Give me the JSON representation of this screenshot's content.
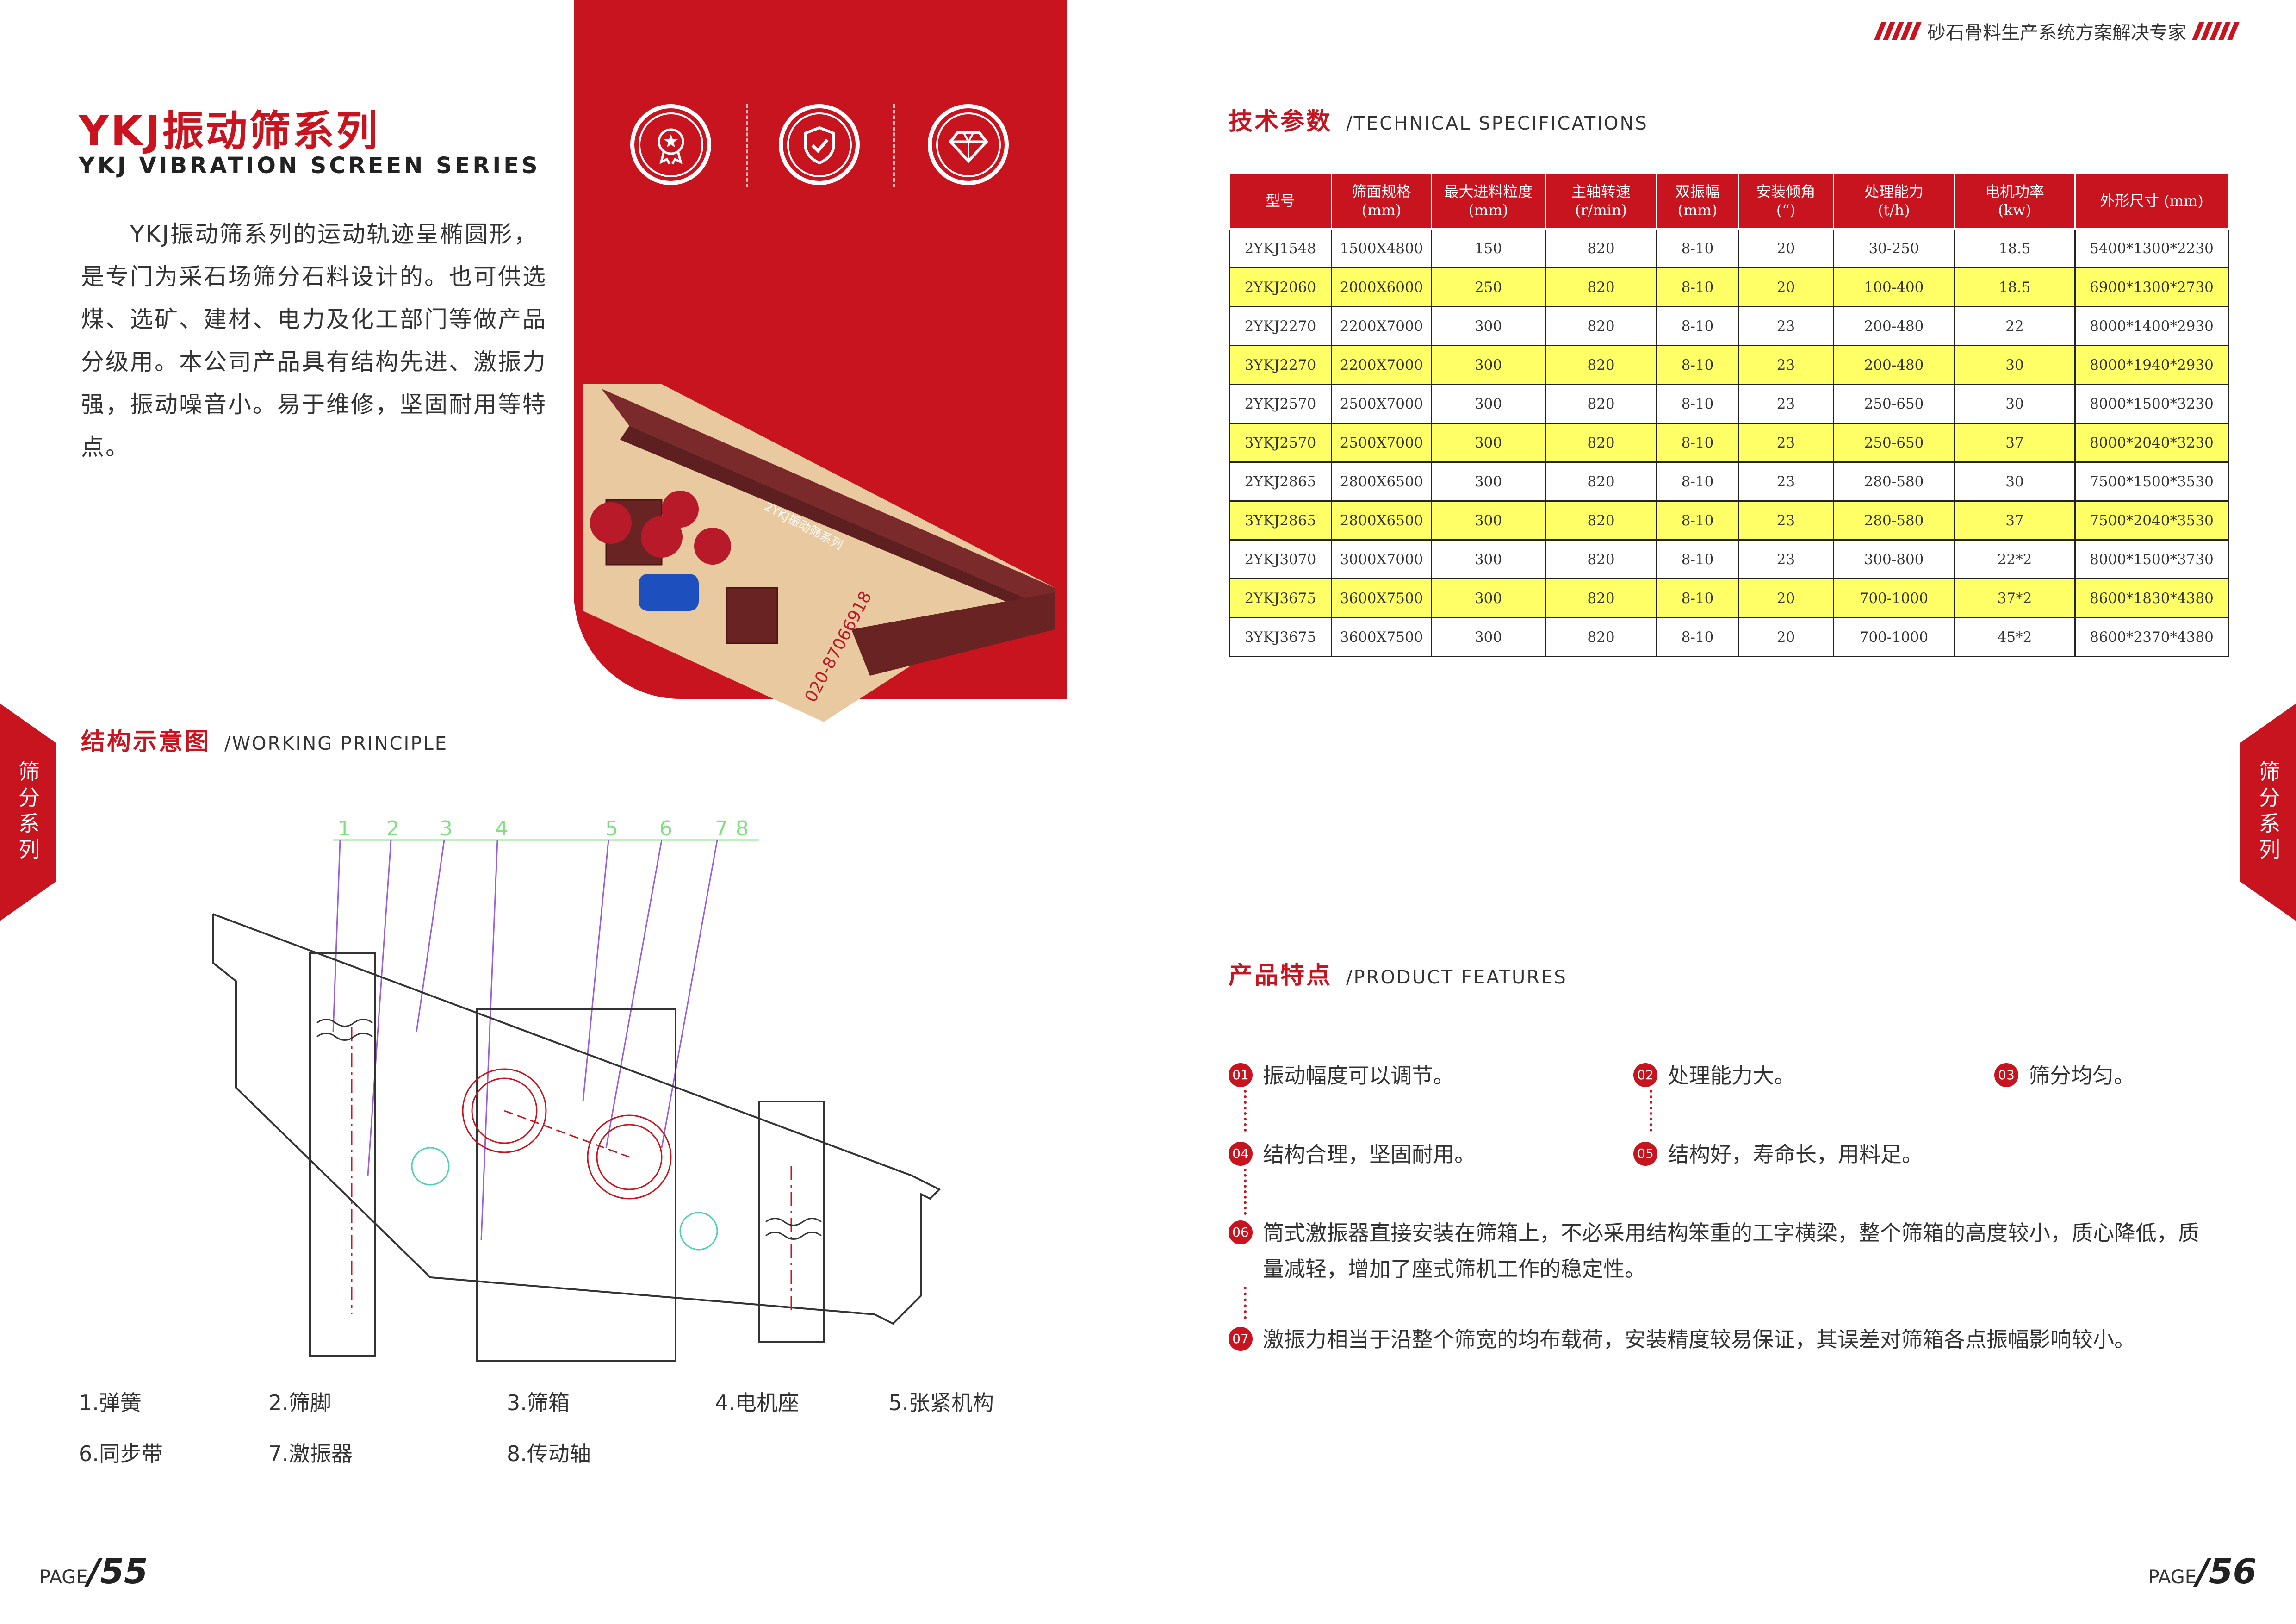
{
  "slogan": "砂石骨料生产系统方案解决专家",
  "title_cn": "YKJ振动筛系列",
  "title_en": "YKJ VIBRATION SCREEN SERIES",
  "intro": "YKJ振动筛系列的运动轨迹呈椭圆形，是专门为采石场筛分石料设计的。也可供选煤、选矿、建材、电力及化工部门等做产品分级用。本公司产品具有结构先进、激振力强，振动噪音小。易于维修，坚固耐用等特点。",
  "machine": {
    "label": "2YKJ振动筛系列",
    "phone": "020-87066918"
  },
  "icons": [
    "medal-icon",
    "shield-check-icon",
    "diamond-icon"
  ],
  "side_tab": "筛分系列",
  "working_principle": {
    "cn": "结构示意图",
    "en": "/WORKING PRINCIPLE"
  },
  "diagram_numbers": [
    "1",
    "2",
    "3",
    "4",
    "5",
    "6",
    "7",
    "8"
  ],
  "legend": [
    {
      "label": "1.弹簧"
    },
    {
      "label": "2.筛脚"
    },
    {
      "label": "3.筛箱"
    },
    {
      "label": "4.电机座"
    },
    {
      "label": "5.张紧机构"
    },
    {
      "label": "6.同步带"
    },
    {
      "label": "7.激振器"
    },
    {
      "label": "8.传动轴"
    }
  ],
  "tech_specs": {
    "cn": "技术参数",
    "en": "/TECHNICAL SPECIFICATIONS",
    "headers": [
      {
        "name": "型号",
        "unit": ""
      },
      {
        "name": "筛面规格",
        "unit": "(mm)"
      },
      {
        "name": "最大进料粒度",
        "unit": "(mm)"
      },
      {
        "name": "主轴转速",
        "unit": "(r/min)"
      },
      {
        "name": "双振幅",
        "unit": "(mm)"
      },
      {
        "name": "安装倾角",
        "unit": "(“)"
      },
      {
        "name": "处理能力",
        "unit": "(t/h)"
      },
      {
        "name": "电机功率",
        "unit": "(kw)"
      },
      {
        "name": "外形尺寸 (mm)",
        "unit": ""
      }
    ],
    "rows": [
      [
        "2YKJ1548",
        "1500X4800",
        "150",
        "820",
        "8-10",
        "20",
        "30-250",
        "18.5",
        "5400*1300*2230"
      ],
      [
        "2YKJ2060",
        "2000X6000",
        "250",
        "820",
        "8-10",
        "20",
        "100-400",
        "18.5",
        "6900*1300*2730"
      ],
      [
        "2YKJ2270",
        "2200X7000",
        "300",
        "820",
        "8-10",
        "23",
        "200-480",
        "22",
        "8000*1400*2930"
      ],
      [
        "3YKJ2270",
        "2200X7000",
        "300",
        "820",
        "8-10",
        "23",
        "200-480",
        "30",
        "8000*1940*2930"
      ],
      [
        "2YKJ2570",
        "2500X7000",
        "300",
        "820",
        "8-10",
        "23",
        "250-650",
        "30",
        "8000*1500*3230"
      ],
      [
        "3YKJ2570",
        "2500X7000",
        "300",
        "820",
        "8-10",
        "23",
        "250-650",
        "37",
        "8000*2040*3230"
      ],
      [
        "2YKJ2865",
        "2800X6500",
        "300",
        "820",
        "8-10",
        "23",
        "280-580",
        "30",
        "7500*1500*3530"
      ],
      [
        "3YKJ2865",
        "2800X6500",
        "300",
        "820",
        "8-10",
        "23",
        "280-580",
        "37",
        "7500*2040*3530"
      ],
      [
        "2YKJ3070",
        "3000X7000",
        "300",
        "820",
        "8-10",
        "23",
        "300-800",
        "22*2",
        "8000*1500*3730"
      ],
      [
        "2YKJ3675",
        "3600X7500",
        "300",
        "820",
        "8-10",
        "20",
        "700-1000",
        "37*2",
        "8600*1830*4380"
      ],
      [
        "3YKJ3675",
        "3600X7500",
        "300",
        "820",
        "8-10",
        "20",
        "700-1000",
        "45*2",
        "8600*2370*4380"
      ]
    ],
    "highlight_color": "#ffff66",
    "header_color": "#c8141e"
  },
  "features": {
    "cn": "产品特点",
    "en": "/PRODUCT FEATURES",
    "items": [
      {
        "num": "01",
        "text": "振动幅度可以调节。"
      },
      {
        "num": "02",
        "text": "处理能力大。"
      },
      {
        "num": "03",
        "text": "筛分均匀。"
      },
      {
        "num": "04",
        "text": "结构合理，坚固耐用。"
      },
      {
        "num": "05",
        "text": "结构好，寿命长，用料足。"
      },
      {
        "num": "06",
        "text": "筒式激振器直接安装在筛箱上，不必采用结构笨重的工字横梁，整个筛箱的高度较小，质心降低，质量减轻，增加了座式筛机工作的稳定性。"
      },
      {
        "num": "07",
        "text": "激振力相当于沿整个筛宽的均布载荷，安装精度较易保证，其误差对筛箱各点振幅影响较小。"
      }
    ]
  },
  "page_left": {
    "prefix": "PAGE",
    "num": "/55"
  },
  "page_right": {
    "prefix": "PAGE",
    "num": "/56"
  },
  "brand_color": "#c8141e"
}
